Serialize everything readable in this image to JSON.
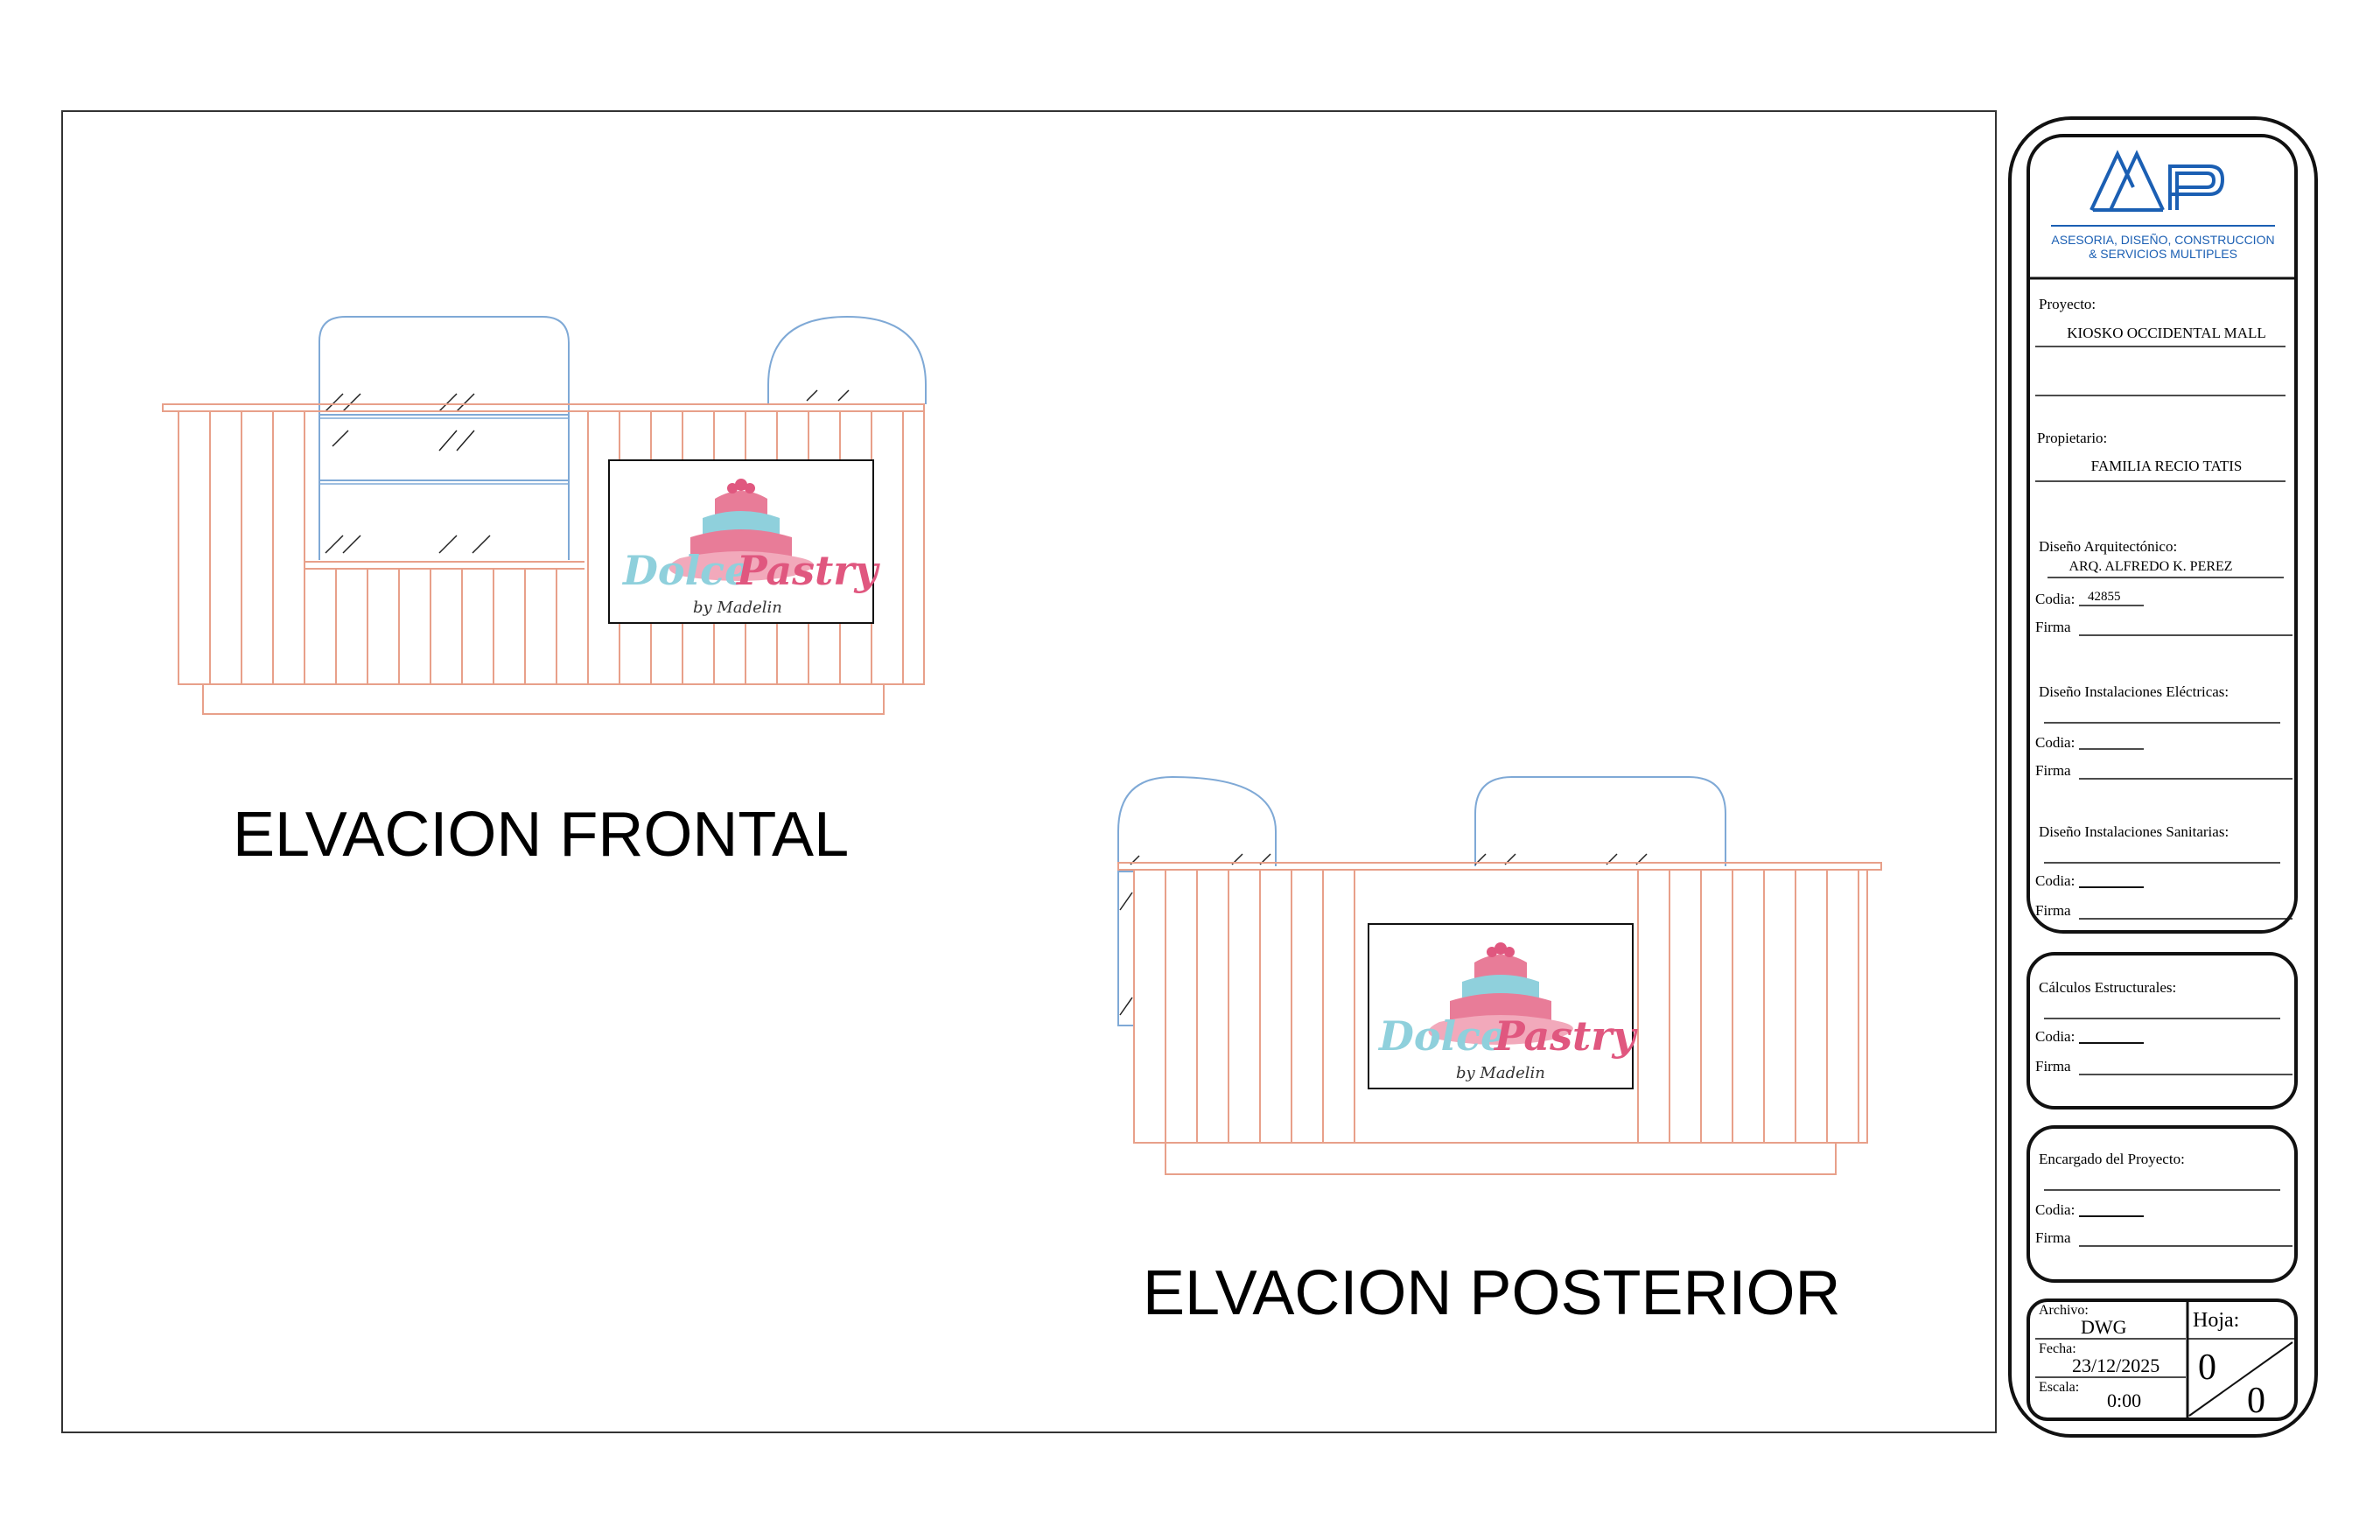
{
  "views": {
    "front_title": "ELVACION FRONTAL",
    "rear_title": "ELVACION POSTERIOR"
  },
  "logo_sign": {
    "word1": "Dolce",
    "word2": "Pastry",
    "byline": "by Madelin"
  },
  "title_block": {
    "company_mark": "AAP",
    "company_line1": "ASESORIA, DISEÑO, CONSTRUCCION",
    "company_line2": "& SERVICIOS MULTIPLES",
    "proyecto_label": "Proyecto:",
    "proyecto_value": "KIOSKO OCCIDENTAL MALL",
    "propietario_label": "Propietario:",
    "propietario_value": "FAMILIA RECIO TATIS",
    "diseno_arq_label": "Diseño Arquitectónico:",
    "diseno_arq_value": "ARQ. ALFREDO K. PEREZ",
    "codia_label": "Codia:",
    "codia_value": "42855",
    "firma_label": "Firma",
    "electricas_label": "Diseño Instalaciones Eléctricas:",
    "sanitarias_label": "Diseño Instalaciones Sanitarias:",
    "estructurales_label": "Cálculos Estructurales:",
    "encargado_label": "Encargado del Proyecto:",
    "archivo_label": "Archivo:",
    "archivo_value": "DWG",
    "fecha_label": "Fecha:",
    "fecha_value": "23/12/2025",
    "escala_label": "Escala:",
    "escala_value": "0:00",
    "hoja_label": "Hoja:",
    "hoja_num": "0",
    "hoja_total": "0"
  },
  "colors": {
    "wood_line": "#e8a08a",
    "glass_line": "#7fa9d6",
    "logo_pink": "#e0577f",
    "logo_blue": "#8fd0dc",
    "brand_blue": "#1b5fb3"
  }
}
